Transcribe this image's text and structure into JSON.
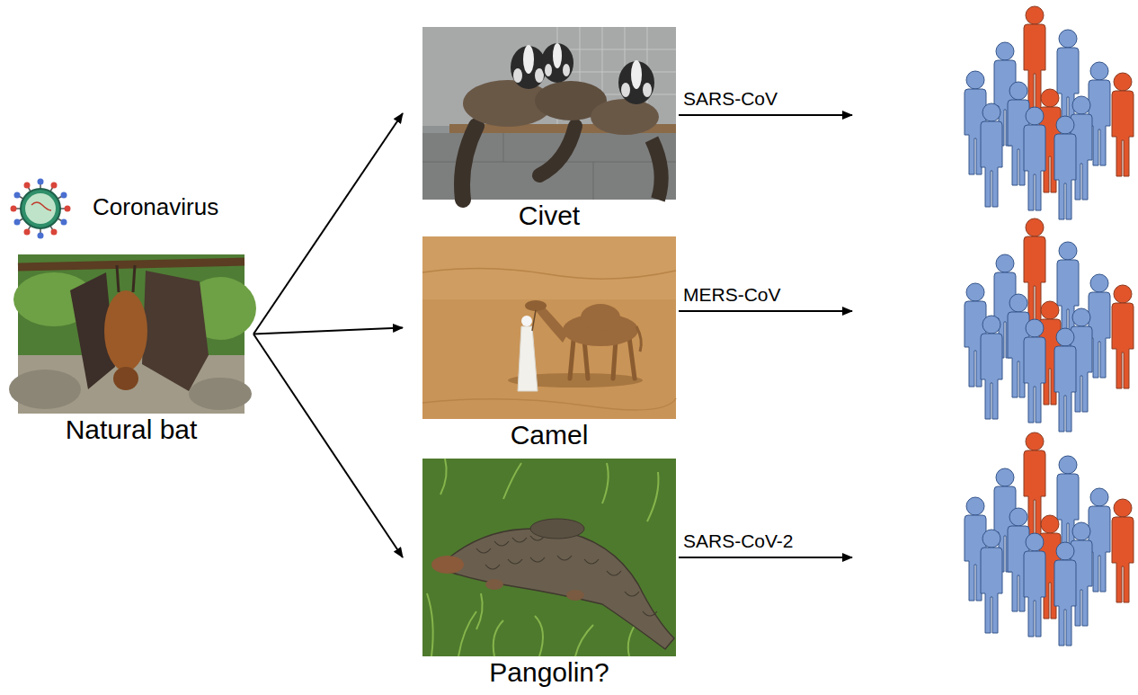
{
  "diagram": {
    "nodes": [
      {
        "text": [
          "Natural bat"
        ]
      },
      {
        "text": [
          "Civet"
        ]
      },
      {
        "text": [
          "Camel"
        ]
      },
      {
        "text": [
          "Pangolin?"
        ]
      }
    ],
    "edges": [
      {
        "from": 0,
        "to": 1,
        "arrow": "to"
      },
      {
        "from": 0,
        "to": 2,
        "arrow": "to"
      },
      {
        "from": 0,
        "to": 3,
        "arrow": "to"
      }
    ],
    "labels": [
      "Coronavirus",
      "SARS-CoV",
      "MERS-CoV",
      "SARS-CoV-2"
    ]
  }
}
